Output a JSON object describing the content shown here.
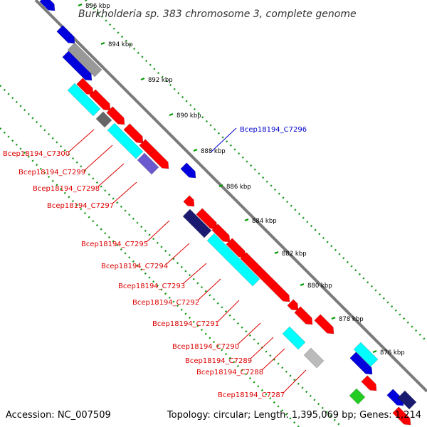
{
  "title": "Burkholderia sp. 383 chromosome 3, complete genome",
  "footer": {
    "accession": "Accession: NC_007509",
    "topology": "Topology: circular; Length: 1,395,069 bp; Genes: 1,214"
  },
  "colors": {
    "forward": "#ff0000",
    "cds_other": "#00ffff",
    "gray": "#999999",
    "blue": "#0000dd",
    "purple": "#6a5acd",
    "navy": "#1a1a70",
    "green": "#22cc22",
    "backbone": "#808080",
    "tick": "#007700",
    "label_red": "#dd0000",
    "label_blue": "#0000cc"
  },
  "ticks": [
    {
      "label": "896 kbp"
    },
    {
      "label": "894 kbp"
    },
    {
      "label": "892 kbp"
    },
    {
      "label": "890 kbp"
    },
    {
      "label": "888 kbp"
    },
    {
      "label": "886 kbp"
    },
    {
      "label": "884 kbp"
    },
    {
      "label": "882 kbp"
    },
    {
      "label": "880 kbp"
    },
    {
      "label": "878 kbp"
    },
    {
      "label": "876 kbp"
    }
  ],
  "gene_labels": [
    {
      "text": "Bcep18194_C7300",
      "color": "red"
    },
    {
      "text": "Bcep18194_C7299",
      "color": "red"
    },
    {
      "text": "Bcep18194_C7298",
      "color": "red"
    },
    {
      "text": "Bcep18194_C7297",
      "color": "red"
    },
    {
      "text": "Bcep18194_C7296",
      "color": "blue"
    },
    {
      "text": "Bcep18194_C7295",
      "color": "red"
    },
    {
      "text": "Bcep18194_C7294",
      "color": "red"
    },
    {
      "text": "Bcep18194_C7293",
      "color": "red"
    },
    {
      "text": "Bcep18194_C7292",
      "color": "red"
    },
    {
      "text": "Bcep18194_C7291",
      "color": "red"
    },
    {
      "text": "Bcep18194_C7290",
      "color": "red"
    },
    {
      "text": "Bcep18194_C7289",
      "color": "red"
    },
    {
      "text": "Bcep18194_C7288",
      "color": "red"
    },
    {
      "text": "Bcep18194_C7287",
      "color": "red"
    }
  ]
}
